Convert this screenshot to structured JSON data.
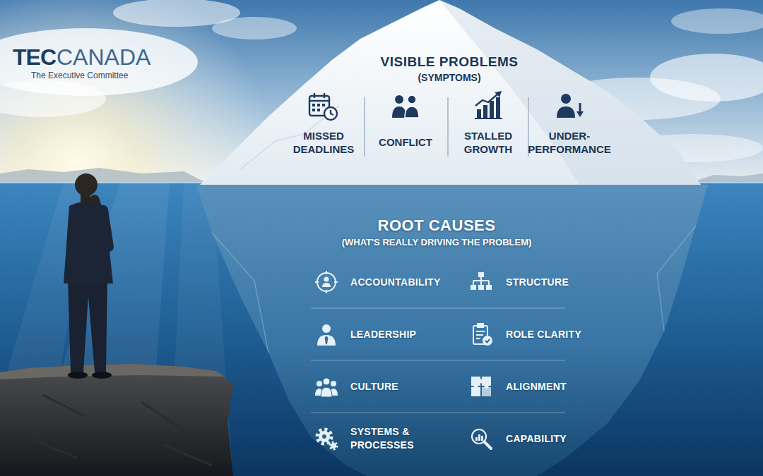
{
  "diagram": {
    "nodes": [
      {
        "text": [
          "VISIBLE PROBLEMS",
          "(SYMPTOMS)"
        ]
      },
      {
        "text": [
          "ROOT CAUSES",
          "(WHAT'S REALLY DRIVING THE PROBLEM)"
        ]
      }
    ],
    "labels": [
      "TEC",
      "CANADA",
      "The Executive Committee",
      "MISSED DEADLINES",
      "CONFLICT",
      "STALLED GROWTH",
      "UNDER-PERFORMANCE",
      "ACCOUNTABILITY",
      "STRUCTURE",
      "LEADERSHIP",
      "ROLE CLARITY",
      "CULTURE",
      "ALIGNMENT",
      "SYSTEMS & PROCESSES",
      "CAPABILITY"
    ]
  }
}
